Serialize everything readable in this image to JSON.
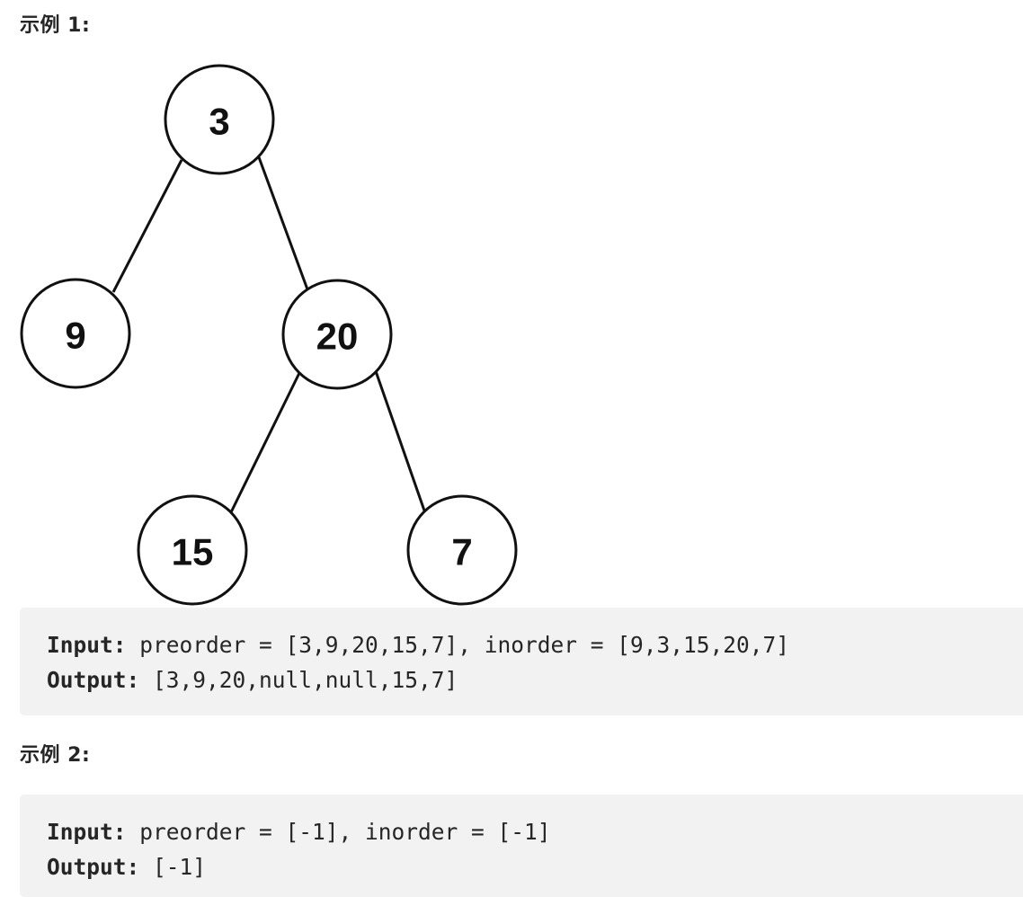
{
  "examples": [
    {
      "heading": "示例 1:",
      "tree": {
        "nodes": [
          "3",
          "9",
          "20",
          "15",
          "7"
        ],
        "edges": [
          [
            "3",
            "9"
          ],
          [
            "3",
            "20"
          ],
          [
            "20",
            "15"
          ],
          [
            "20",
            "7"
          ]
        ]
      },
      "input_label": "Input:",
      "input_text": " preorder = [3,9,20,15,7], inorder = [9,3,15,20,7]",
      "output_label": "Output:",
      "output_text": " [3,9,20,null,null,15,7]"
    },
    {
      "heading": "示例 2:",
      "input_label": "Input:",
      "input_text": " preorder = [-1], inorder = [-1]",
      "output_label": "Output:",
      "output_text": " [-1]"
    }
  ]
}
